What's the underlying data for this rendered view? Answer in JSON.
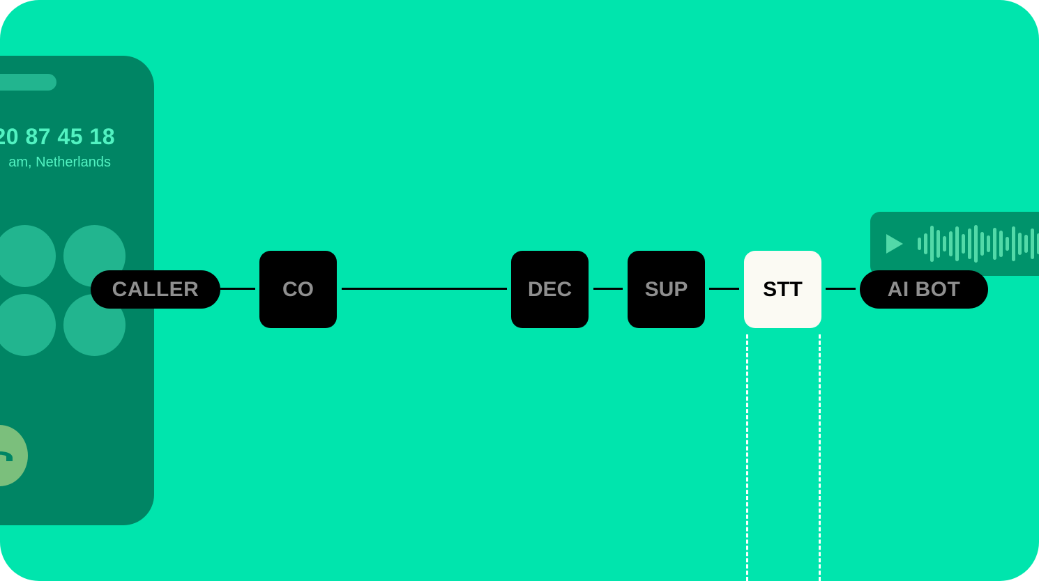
{
  "phone": {
    "number": "20 87 45 18",
    "location": "am, Netherlands",
    "icons": {
      "hangup": "phone-hangup-icon"
    }
  },
  "nodes": {
    "caller": "CALLER",
    "co": "CO",
    "dec": "DEC",
    "sup": "SUP",
    "stt": "STT",
    "ai_bot": "AI BOT"
  },
  "audio": {
    "icons": {
      "play": "play-icon",
      "waveform": "waveform-icon"
    }
  },
  "colors": {
    "background": "#00e5ad",
    "phone_card": "#008564",
    "node": "#000000",
    "node_text": "#8f8f8f",
    "active_node": "#fbfaf3",
    "accent_text": "#52f2c1",
    "audio_card": "#00936b",
    "wave": "#52d9a8"
  }
}
